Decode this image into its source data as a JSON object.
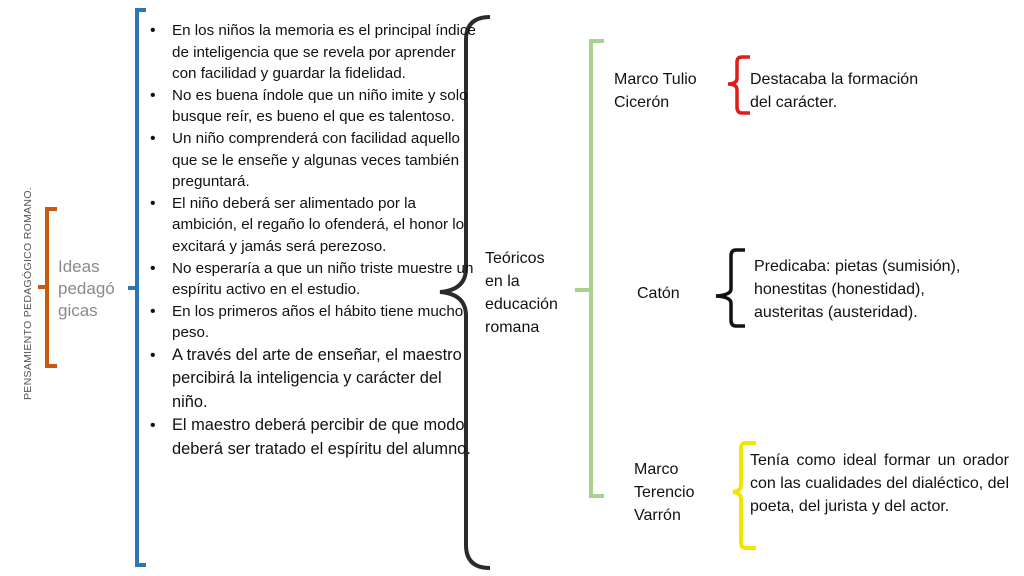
{
  "vertical_title": "PENSAMIENTO PEDAGÓGICO ROMANO.",
  "ideas_label": [
    "Ideas",
    "pedagó",
    "gicas"
  ],
  "points": [
    "En los niños la memoria es el principal índice de inteligencia que se revela por aprender con facilidad y guardar la fidelidad.",
    "No es buena índole que un niño imite y solo busque reír, es bueno el que es talentoso.",
    "Un niño comprenderá con facilidad aquello que se le enseñe y algunas veces también preguntará.",
    "El niño deberá ser alimentado por la ambición, el regaño lo ofenderá, el honor lo excitará y jamás será perezoso.",
    "No esperaría a que un niño triste muestre un espíritu activo en el estudio.",
    "En los primeros años el hábito tiene mucho peso.",
    "A través del arte de enseñar, el maestro percibirá la inteligencia y carácter del niño.",
    "El maestro deberá percibir de que modo deberá ser tratado el espíritu del alumno."
  ],
  "teoricos_label": [
    "Teóricos",
    "en la",
    "educación",
    "romana"
  ],
  "theorists": [
    {
      "name": [
        "Marco Tulio",
        "Cicerón"
      ],
      "description": [
        "Destacaba la formación",
        "del carácter."
      ],
      "bracket_color": "#e01b1b"
    },
    {
      "name": [
        "Catón"
      ],
      "description": [
        "Predicaba: pietas (sumisión),",
        "honestitas (honestidad),",
        "austeritas (austeridad)."
      ],
      "bracket_color": "#111111"
    },
    {
      "name": [
        "Marco",
        "Terencio",
        "Varrón"
      ],
      "description": [
        "Tenía como ideal formar un orador con las cualidades del dialéctico, del poeta, del jurista y del actor."
      ],
      "bracket_color": "#f2e600"
    }
  ],
  "colors": {
    "ideas_bracket": "#c55a11",
    "points_bracket": "#2e75b6",
    "main_brace": "#2b2b2b",
    "theorists_bracket": "#a9d18e"
  }
}
